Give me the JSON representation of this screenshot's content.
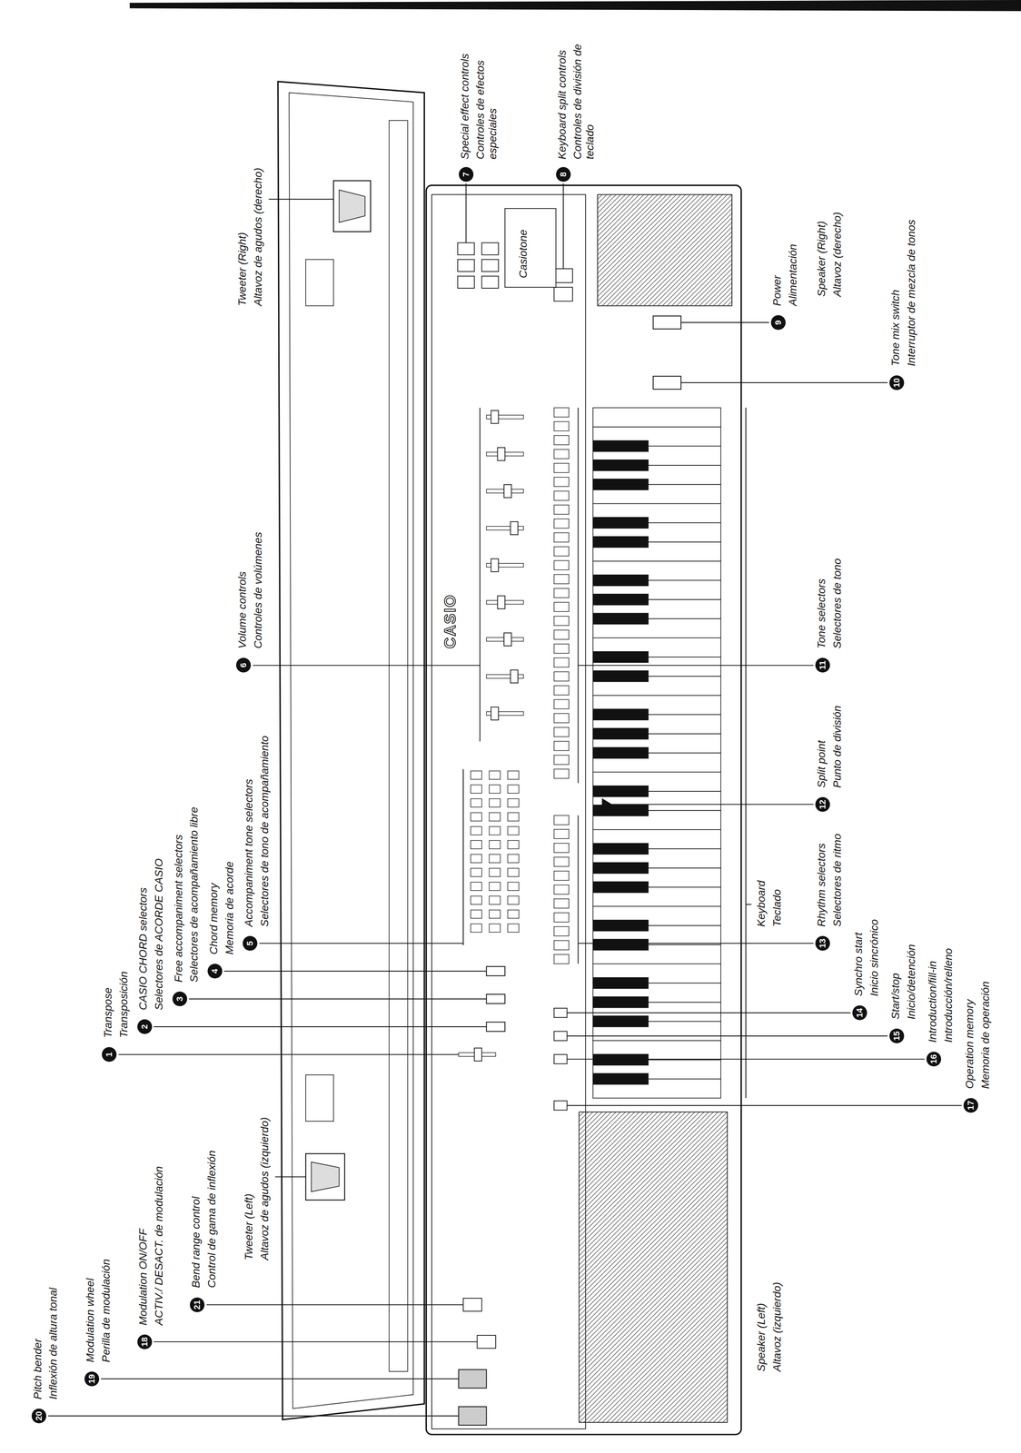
{
  "diagram": {
    "labels": [
      "Tweeter (Right)",
      "Altavoz de agudos (derecho)",
      "7",
      "Special effect controls",
      "Controles de efectos especiales",
      "8",
      "Keyboard split controls",
      "Controles de división de teclado",
      "6",
      "Volume controls",
      "Controles de volúmenes",
      "Casiotone",
      "CASIO",
      "5",
      "Accompaniment tone selectors",
      "Selectores de tono de acompañamiento",
      "4",
      "Chord memory",
      "Memoria de acorde",
      "3",
      "Free accompaniment selectors",
      "Selectores de acompañamiento libre",
      "2",
      "CASIO CHORD selectors",
      "Selectores de ACORDE CASIO",
      "1",
      "Transpose",
      "Transposición",
      "Tweeter (Left)",
      "Altavoz de agudos (izquierdo)",
      "21",
      "Bend range control",
      "Control de gama de inflexión",
      "18",
      "Modulation ON/OFF",
      "ACTIV./ DESACT. de modulación",
      "19",
      "Modulation wheel",
      "Perilla de modulación",
      "20",
      "Pitch bender",
      "Inflexión de altura tonal",
      "Speaker (Right)",
      "Altavoz (derecho)",
      "9",
      "Power",
      "Alimentación",
      "10",
      "Tone mix switch",
      "Interruptor de mezcla de tonos",
      "11",
      "Tone selectors",
      "Selectores de tono",
      "12",
      "Split point",
      "Punto de división",
      "Keyboard",
      "Teclado",
      "13",
      "Rhythm selectors",
      "Selectores de ritmo",
      "14",
      "Synchro start",
      "Inicio sincrónico",
      "15",
      "Start/stop",
      "Inicio/detención",
      "16",
      "Introduction/fill-in",
      "Introducción/relleno",
      "17",
      "Operation memory",
      "Memoria de operación",
      "Speaker (Left)",
      "Altavoz (izquierdo)"
    ]
  }
}
